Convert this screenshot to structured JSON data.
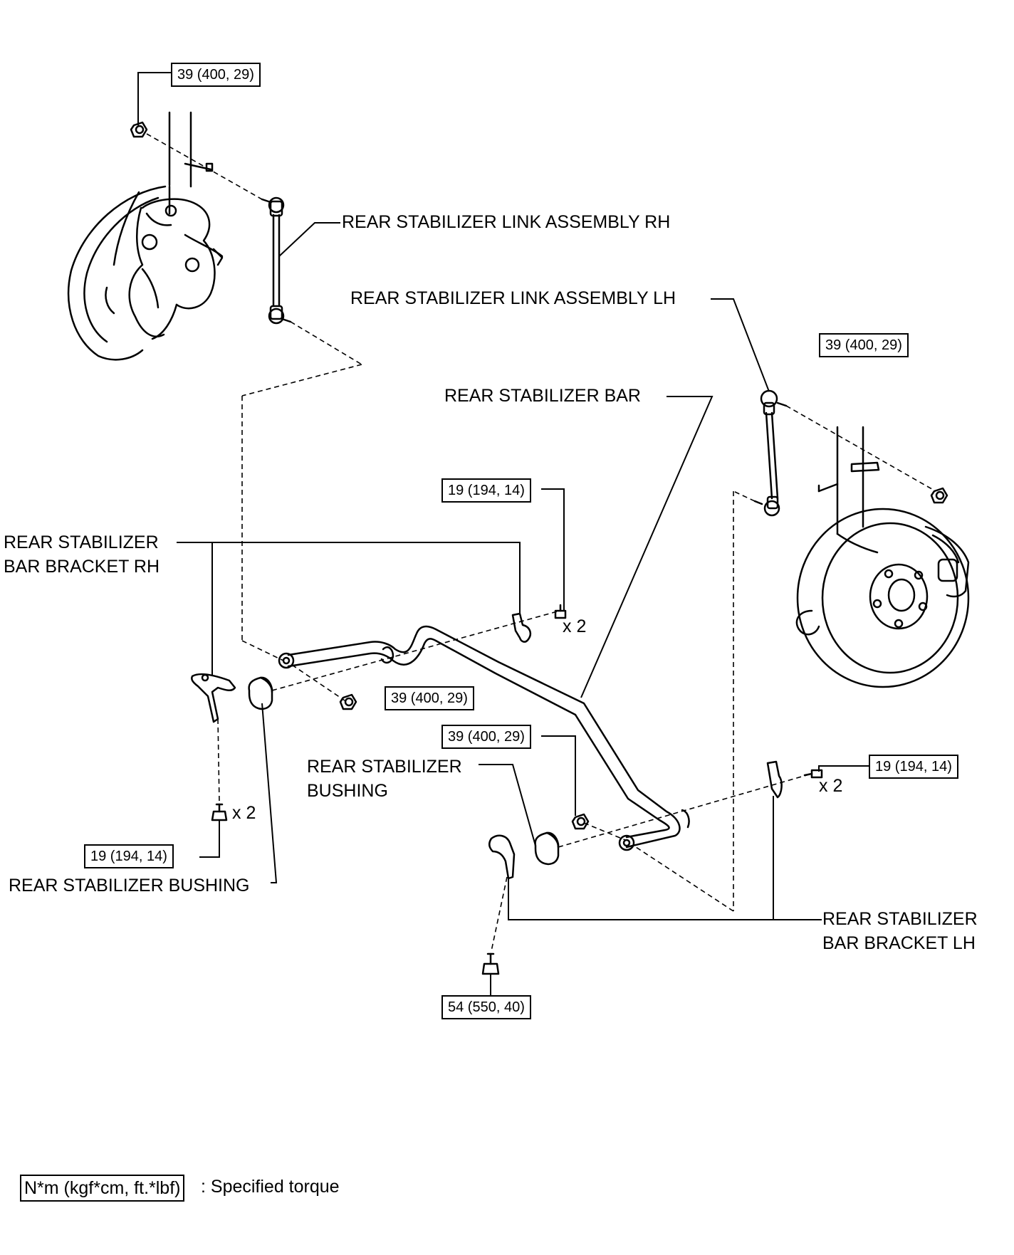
{
  "labels": {
    "link_rh": "REAR STABILIZER LINK ASSEMBLY RH",
    "link_lh": "REAR STABILIZER LINK ASSEMBLY LH",
    "bar": "REAR STABILIZER BAR",
    "bracket_rh_1": "REAR STABILIZER",
    "bracket_rh_2": "BAR BRACKET RH",
    "bushing_upper_1": "REAR STABILIZER",
    "bushing_upper_2": "BUSHING",
    "bushing_lower": "REAR STABILIZER BUSHING",
    "bracket_lh_1": "REAR STABILIZER",
    "bracket_lh_2": "BAR BRACKET LH"
  },
  "torques": {
    "link_rh_nut": "39 (400, 29)",
    "link_lh_nut": "39 (400, 29)",
    "bracket_rh_bolt_upper": "19 (194, 14)",
    "bar_link_nut_rh": "39 (400, 29)",
    "bar_link_nut_lh": "39 (400, 29)",
    "bracket_lh_bolt": "19 (194, 14)",
    "bracket_rh_bolt_lower": "19 (194, 14)",
    "bracket_bolt_bottom": "54 (550, 40)"
  },
  "quantities": {
    "rh_upper": "x 2",
    "rh_lower": "x 2",
    "lh": "x 2"
  },
  "legend": {
    "units": "N*m (kgf*cm, ft.*lbf)",
    "text": ": Specified torque"
  }
}
